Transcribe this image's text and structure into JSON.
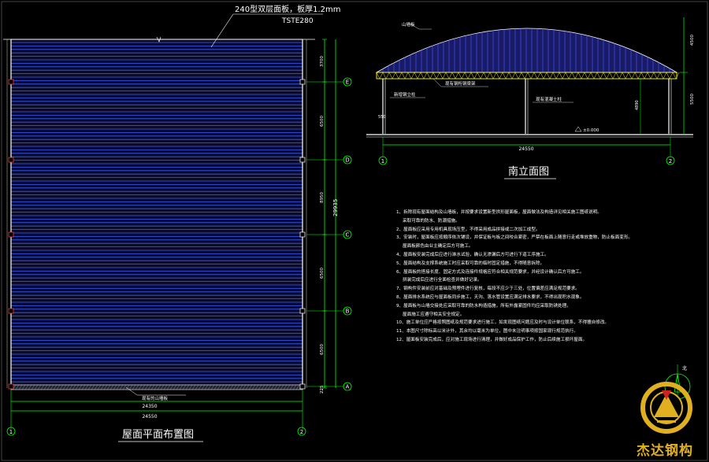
{
  "plan": {
    "title": "屋面平面布置图",
    "panel_note": "240型双层面板，板厚1.2mm",
    "panel_code": "TSTE280",
    "skylight_label": "现有的山墙板",
    "dim_bottom_inner": "24350",
    "dim_bottom_outer": "24550",
    "dim_total": "29935",
    "bay_dims": [
      "3700",
      "6500",
      "8950",
      "6500",
      "6500",
      "225"
    ],
    "axes_letters": [
      "E",
      "D",
      "C",
      "B",
      "A"
    ],
    "axes_numbers": [
      "1",
      "2"
    ]
  },
  "elevation": {
    "title": "南立面图",
    "roof_label": "山墙板",
    "truss_label": "现有钢桁钢梁架",
    "left_col_label": "新增钢立柱",
    "mid_col_label": "现有混凝土柱",
    "level": "±0.000",
    "span": "24550",
    "dims_right": [
      "4500",
      "5500"
    ],
    "dim_inner": "4890",
    "dim_left": "550",
    "axes_numbers": [
      "1",
      "2"
    ]
  },
  "notes": [
    {
      "num": "1、",
      "text": "拆除现有屋面结构及山墙板，并按要求设置新型拱形屋面板，屋面做法及构造详见相关施工图纸说明。"
    },
    {
      "num": "",
      "text": "采取可靠的防水、防潮措施。"
    },
    {
      "num": "2、",
      "text": "屋面板应采用专用机具现场压型，不得采用成品拼接或二次加工成型。"
    },
    {
      "num": "3、",
      "text": "安装时，屋面板应按顺序依次铺设，并保证板与板之间咬合紧密，严禁在板面上随意行走或堆放重物，防止板面变形。"
    },
    {
      "num": "",
      "text": "屋面板颜色由业主确定后方可施工。"
    },
    {
      "num": "4、",
      "text": "屋面板安装完成后应进行淋水试验，确认无渗漏后方可进行下道工序施工。"
    },
    {
      "num": "5、",
      "text": "屋面结构及支撑系统施工时应采取可靠的临时固定措施，不得随意拆除。"
    },
    {
      "num": "6、",
      "text": "屋面板的搭接长度、固定方式及连接件规格应符合相关规范要求，并经设计确认后方可施工。"
    },
    {
      "num": "",
      "text": "拼装完成后应进行全面检查并做好记录。"
    },
    {
      "num": "7、",
      "text": "钢构件安装前应对基础及预埋件进行复核，每段不应少于三处，位置偏差应满足规范要求。"
    },
    {
      "num": "8、",
      "text": "屋面排水系统应与屋面板同步施工，天沟、落水管设置应满足排水要求，不得出现积水现象。"
    },
    {
      "num": "9、",
      "text": "屋面板与山墙交接处应采取可靠的防水构造措施，所有外露紧固件均应采取防锈处理。"
    },
    {
      "num": "",
      "text": "屋面施工应遵守相关安全规定。"
    },
    {
      "num": "10、",
      "text": "施工单位应严格按照图纸及规范要求进行施工，如发现图纸问题应及时与设计单位联系，不得擅自修改。"
    },
    {
      "num": "11、",
      "text": "本图尺寸除标高以米计外，其余均以毫米为单位，图中未注明事项按国家现行规范执行。"
    },
    {
      "num": "12、",
      "text": "屋面板安装完成后，应对施工现场进行清理，并做好成品保护工作，防止后续施工损坏屋面。"
    }
  ],
  "logo": {
    "text": "杰达钢构",
    "north_label": "北"
  }
}
